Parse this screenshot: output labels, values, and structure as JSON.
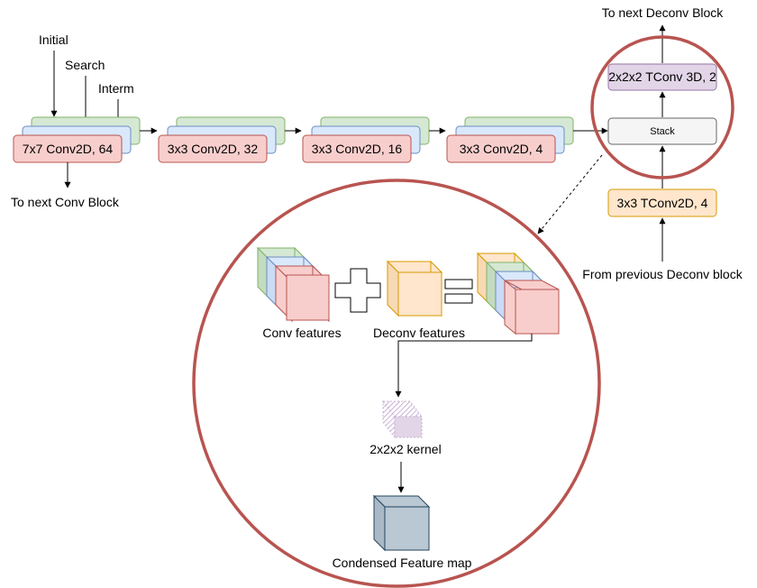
{
  "inputs": {
    "initial": "Initial",
    "search": "Search",
    "interm": "Interm"
  },
  "conv_blocks": [
    "7x7 Conv2D, 64",
    "3x3 Conv2D, 32",
    "3x3 Conv2D, 16",
    "3x3 Conv2D, 4"
  ],
  "to_next_conv": "To next Conv Block",
  "deconv": {
    "to_next_deconv": "To next Deconv Block",
    "tconv3d": "2x2x2 TConv 3D, 2",
    "stack": "Stack",
    "tconv2d": "3x3 TConv2D, 4",
    "from_previous": "From previous Deconv block"
  },
  "detail": {
    "conv_features": "Conv features",
    "deconv_features": "Deconv features",
    "kernel": "2x2x2 kernel",
    "condensed": "Condensed Feature map"
  },
  "colors": {
    "green_fill": "#d5e8d4",
    "green_stroke": "#82b366",
    "blue_fill": "#dae8fc",
    "blue_stroke": "#6c8ebf",
    "red_fill": "#f8cecc",
    "red_stroke": "#b85450",
    "orange_fill": "#ffe6cc",
    "orange_stroke": "#d79b00",
    "purple_fill": "#e1d5e7",
    "purple_stroke": "#9673a6",
    "slate_fill": "#bac8d3",
    "slate_stroke": "#23445d",
    "circle_stroke": "#b85450"
  }
}
